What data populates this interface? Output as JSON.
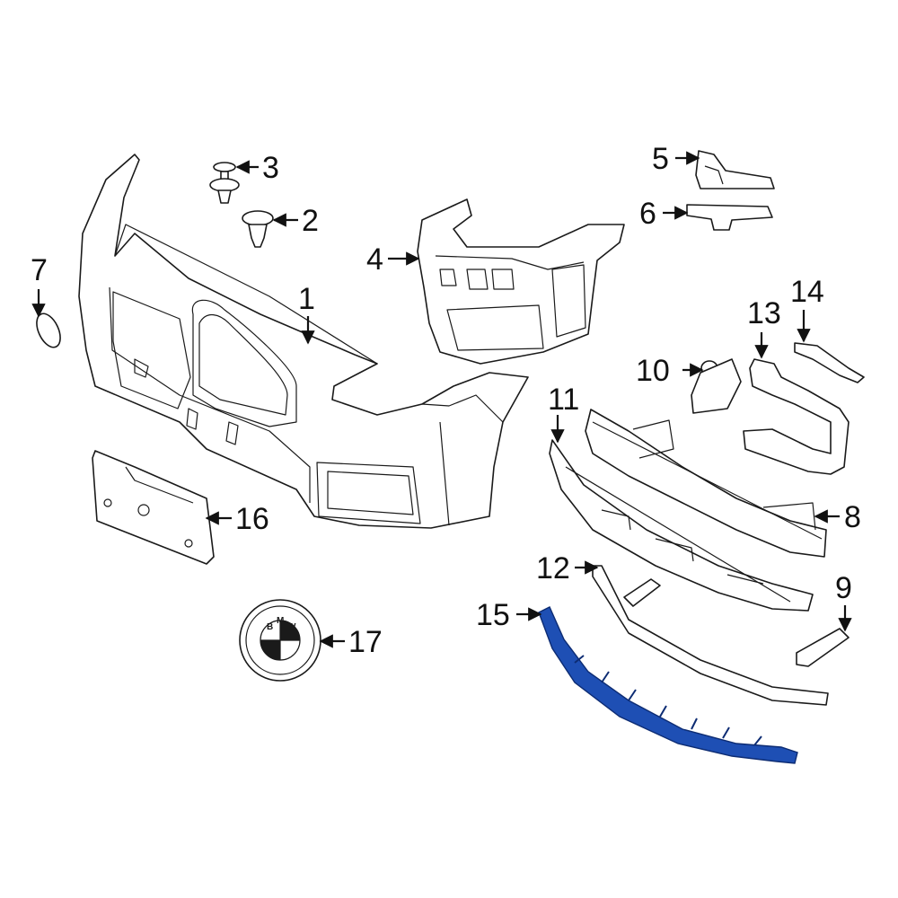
{
  "colors": {
    "line": "#1a1a1a",
    "highlight": "#1e4fb4",
    "highlight_stroke": "#0d2c73"
  },
  "callouts": [
    {
      "id": "1",
      "text": "1",
      "part": "bumper-cover"
    },
    {
      "id": "2",
      "text": "2",
      "part": "push-clip"
    },
    {
      "id": "3",
      "text": "3",
      "part": "rivet-clip"
    },
    {
      "id": "4",
      "text": "4",
      "part": "upper-bracket"
    },
    {
      "id": "5",
      "text": "5",
      "part": "side-guide-upper"
    },
    {
      "id": "6",
      "text": "6",
      "part": "side-guide-lower"
    },
    {
      "id": "7",
      "text": "7",
      "part": "tow-hook-cap"
    },
    {
      "id": "8",
      "text": "8",
      "part": "reinforcement-bar"
    },
    {
      "id": "9",
      "text": "9",
      "part": "end-bracket"
    },
    {
      "id": "10",
      "text": "10",
      "part": "mount-bracket"
    },
    {
      "id": "11",
      "text": "11",
      "part": "energy-absorber"
    },
    {
      "id": "12",
      "text": "12",
      "part": "lower-support-bar"
    },
    {
      "id": "13",
      "text": "13",
      "part": "side-support-bracket"
    },
    {
      "id": "14",
      "text": "14",
      "part": "small-bracket"
    },
    {
      "id": "15",
      "text": "15",
      "part": "lower-deflector"
    },
    {
      "id": "16",
      "text": "16",
      "part": "license-plate-bracket"
    },
    {
      "id": "17",
      "text": "17",
      "part": "emblem"
    }
  ],
  "emblem": {
    "letters": [
      "B",
      "M",
      "W"
    ]
  }
}
